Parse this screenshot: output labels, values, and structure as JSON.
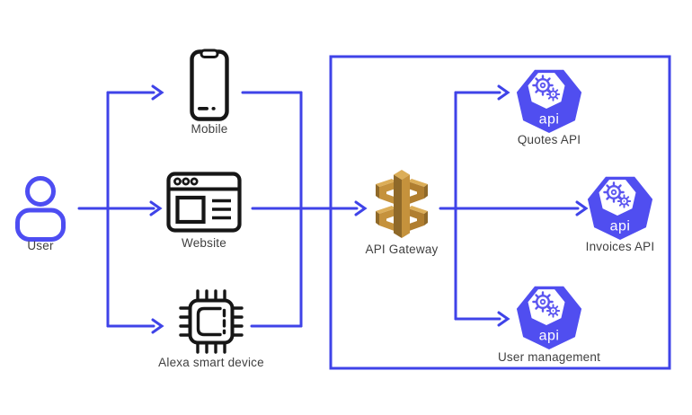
{
  "diagram": {
    "nodes": {
      "user": {
        "label": "User",
        "icon": "person-icon"
      },
      "mobile": {
        "label": "Mobile",
        "icon": "smartphone-icon"
      },
      "website": {
        "label": "Website",
        "icon": "browser-window-icon"
      },
      "alexa": {
        "label": "Alexa smart device",
        "icon": "chip-icon"
      },
      "api_gateway": {
        "label": "API Gateway",
        "icon": "aws-api-gateway-icon"
      },
      "quotes_api": {
        "label": "Quotes API",
        "icon": "api-heptagon-icon"
      },
      "invoices_api": {
        "label": "Invoices API",
        "icon": "api-heptagon-icon"
      },
      "user_management": {
        "label": "User management",
        "icon": "api-heptagon-icon"
      }
    },
    "api_badge_text": "api",
    "edges": [
      {
        "from": "user",
        "to": "mobile"
      },
      {
        "from": "user",
        "to": "website"
      },
      {
        "from": "user",
        "to": "alexa"
      },
      {
        "from": "mobile",
        "to": "api_gateway"
      },
      {
        "from": "website",
        "to": "api_gateway"
      },
      {
        "from": "alexa",
        "to": "api_gateway"
      },
      {
        "from": "api_gateway",
        "to": "quotes_api"
      },
      {
        "from": "api_gateway",
        "to": "invoices_api"
      },
      {
        "from": "api_gateway",
        "to": "user_management"
      }
    ],
    "boundary_box": {
      "encloses": [
        "api_gateway",
        "quotes_api",
        "invoices_api",
        "user_management"
      ]
    },
    "colors": {
      "edge_blue": "#3f43e8",
      "person_blue": "#4d4df2",
      "heptagon_fill": "#504ef0",
      "gear_blue": "#5b55f0",
      "gateway_gold": "#c5923c",
      "gateway_gold_light": "#dcae58",
      "gateway_gold_dark": "#8f6929",
      "icon_black": "#161616",
      "label_text": "#3f3f3f",
      "background": "#ffffff"
    }
  }
}
